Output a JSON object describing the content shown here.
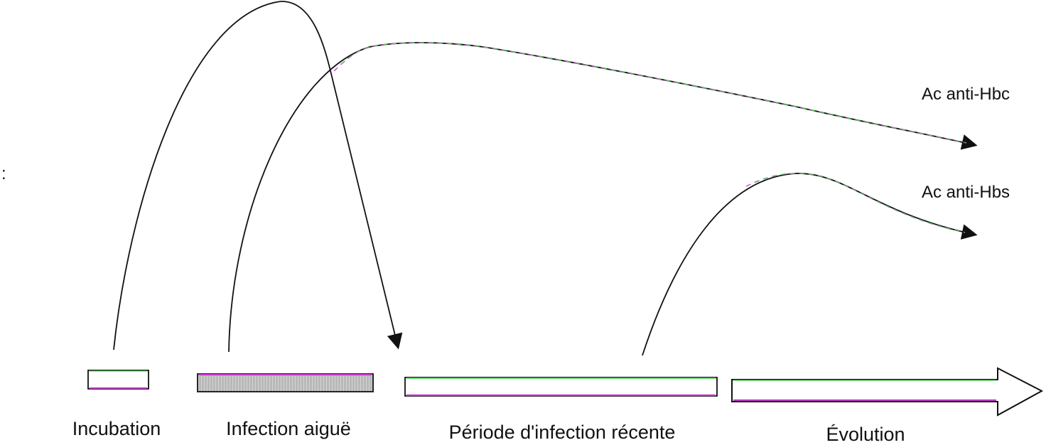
{
  "colors": {
    "line": "#111111",
    "accent_green": "#3ddc45",
    "accent_magenta": "#c23ac8",
    "hatch": "#9a9a9a",
    "background": "#ffffff"
  },
  "antibodies": [
    {
      "label": "Ac anti-Hbc"
    },
    {
      "label": "Ac anti-Hbs"
    }
  ],
  "phases": [
    {
      "label": "Incubation"
    },
    {
      "label": "Infection aiguë"
    },
    {
      "label": "Période d'infection récente"
    },
    {
      "label": "Évolution"
    }
  ],
  "stray_mark": ":"
}
